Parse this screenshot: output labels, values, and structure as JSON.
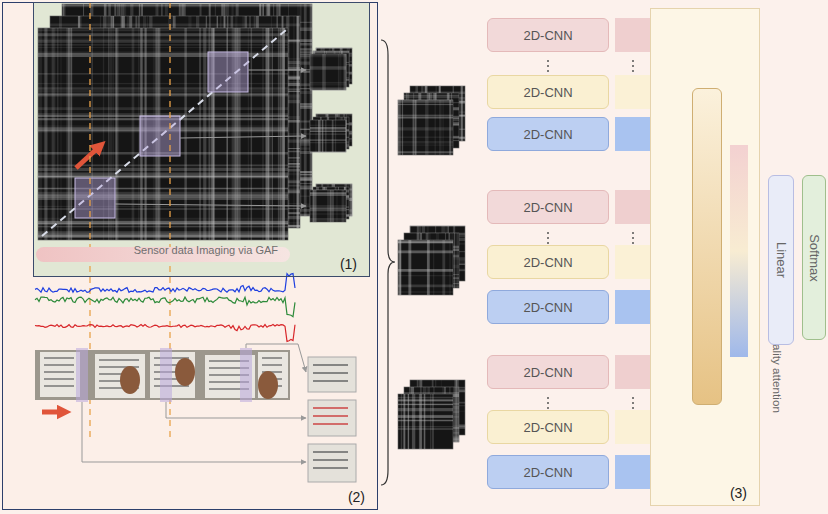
{
  "diagram": {
    "nodes": [
      {
        "text": [
          "(2)"
        ]
      },
      {
        "text": [
          "(1)"
        ],
        "in": 0
      },
      {
        "text": [
          "Sensor data Imaging via GAF"
        ],
        "in": 1
      },
      {
        "text": [
          "2D-CNN"
        ]
      },
      {
        "text": [
          "2D-CNN"
        ]
      },
      {
        "text": [
          "2D-CNN"
        ]
      },
      {
        "text": [
          "2D-CNN"
        ]
      },
      {
        "text": [
          "2D-CNN"
        ]
      },
      {
        "text": [
          "2D-CNN"
        ]
      },
      {
        "text": [
          "2D-CNN"
        ]
      },
      {
        "text": [
          "2D-CNN"
        ]
      },
      {
        "text": [
          "2D-CNN"
        ]
      },
      {
        "text": [
          "(3)"
        ]
      },
      {
        "text": [
          "Inter-segment modality attention"
        ],
        "in": 12
      },
      {
        "text": [
          "Linear"
        ]
      },
      {
        "text": [
          "Softmax"
        ]
      }
    ]
  }
}
